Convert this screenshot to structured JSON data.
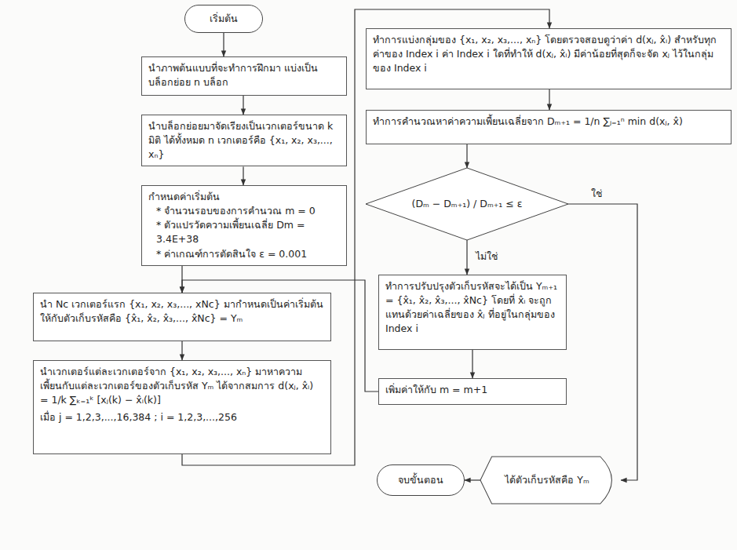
{
  "diagram": {
    "nodes": [
      {
        "text": [
          "เริ่มต้น"
        ]
      },
      {
        "text": [
          "นำภาพต้นแบบที่จะทำการฝึกมา แบ่งเป็นบล็อกย่อย n บล็อก"
        ]
      },
      {
        "text": [
          "นำบล็อกย่อยมาจัดเรียงเป็นเวกเตอร์ขนาด k มิติ ได้ทั้งหมด n เวกเตอร์คือ {x₁, x₂, x₃,..., xₙ}"
        ]
      },
      {
        "text": [
          "กำหนดค่าเริ่มต้น",
          "* จำนวนรอบของการคำนวณ m = 0",
          "* ตัวแปรวัดความเพี้ยนเฉลี่ย Dm = 3.4E+38",
          "* ค่าเกณฑ์การตัดสินใจ ε = 0.001"
        ]
      },
      {
        "text": [
          "นำ Nc เวกเตอร์แรก {x₁, x₂, x₃,..., xNc} มากำหนดเป็นค่าเริ่มต้นให้กับตัวเก็บรหัสคือ {x̂₁, x̂₂, x̂₃,..., x̂Nc} = Yₘ"
        ]
      },
      {
        "text": [
          "นำเวกเตอร์แต่ละเวกเตอร์จาก {x₁, x₂, x₃,..., xₙ} มาหาความเพี้ยนกับแต่ละเวกเตอร์ของตัวเก็บรหัส Yₘ ได้จากสมการ d(xⱼ, x̂ᵢ) = 1/k ∑ₖ₌₁ᵏ [xⱼ(k) − x̂ᵢ(k)]",
          "เมื่อ j = 1,2,3,...,16,384 ; i = 1,2,3,...,256"
        ]
      },
      {
        "text": [
          "ทำการแบ่งกลุ่มของ {x₁, x₂, x₃,..., xₙ} โดยตรวจสอบดูว่าค่า d(xⱼ, x̂ᵢ) สำหรับทุกค่าของ Index i ค่า Index i ใดที่ทำให้ d(xⱼ, x̂ᵢ) มีค่าน้อยที่สุดก็จะจัด xⱼ ไว้ในกลุ่มของ Index i"
        ]
      },
      {
        "text": [
          "ทำการคำนวณหาค่าความเพี้ยนเฉลี่ยจาก Dₘ₊₁ = 1/n ∑ⱼ₌₁ⁿ min d(xⱼ, x̂)"
        ]
      },
      {
        "text": [
          "(Dₘ − Dₘ₊₁) / Dₘ₊₁ ≤ ε"
        ]
      },
      {
        "text": [
          "ทำการปรับปรุงตัวเก็บรหัสจะได้เป็น Yₘ₊₁ = {x̂₁, x̂₂, x̂₃,..., x̂Nc} โดยที่ x̂ᵢ จะถูกแทนด้วยค่าเฉลี่ยของ x̂ⱼ ที่อยู่ในกลุ่มของ Index i"
        ]
      },
      {
        "text": [
          "เพิ่มค่าให้กับ m = m+1"
        ]
      },
      {
        "text": [
          "จบขั้นตอน"
        ]
      },
      {
        "text": [
          "ได้ตัวเก็บรหัสคือ Yₘ"
        ]
      }
    ],
    "edges": [
      {
        "from": 0,
        "to": 1,
        "arrow": "to"
      },
      {
        "from": 1,
        "to": 2,
        "arrow": "to"
      },
      {
        "from": 2,
        "to": 3,
        "arrow": "to"
      },
      {
        "from": 3,
        "to": 4,
        "arrow": "to"
      },
      {
        "from": 4,
        "to": 5,
        "arrow": "to"
      },
      {
        "from": 5,
        "to": 6,
        "arrow": "to"
      },
      {
        "from": 6,
        "to": 7,
        "arrow": "to"
      },
      {
        "from": 7,
        "to": 8,
        "arrow": "to"
      },
      {
        "from": 8,
        "to": 9,
        "label": "ไม่ใช่",
        "arrow": "to"
      },
      {
        "from": 8,
        "to": 12,
        "label": "ใช่",
        "arrow": "to"
      },
      {
        "from": 9,
        "to": 10,
        "arrow": "to"
      },
      {
        "from": 10,
        "to": 4,
        "arrow": "to"
      },
      {
        "from": 12,
        "to": 11,
        "arrow": "to"
      }
    ]
  }
}
